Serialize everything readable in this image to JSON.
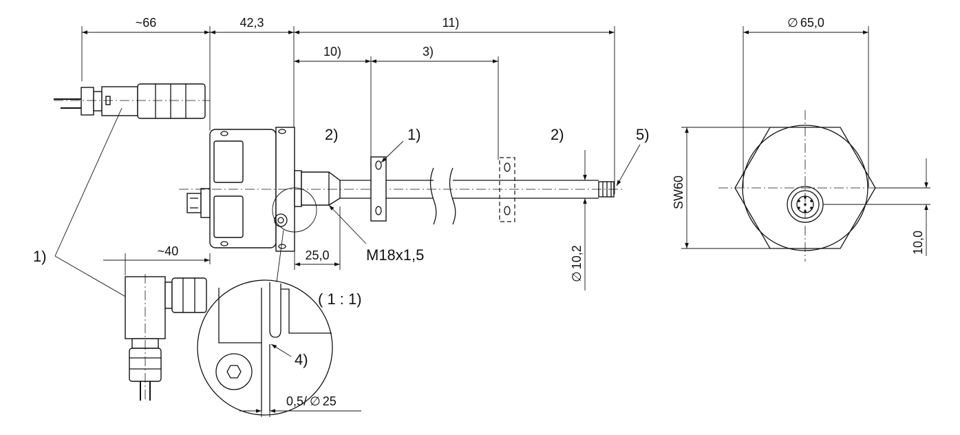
{
  "dimensions": {
    "connector_length": "~66",
    "head_length": "42,3",
    "rod_length": "11)",
    "rod_dead_zone": "10)",
    "magnet_travel": "3)",
    "angled_connector_length": "~40",
    "thread_length": "25,0",
    "thread": "M18x1,5",
    "rod_diameter": "10,2",
    "diameter_symbol": "∅",
    "flange_diameter": "65,0",
    "hex_size": "SW60",
    "connector_offset": "10,0",
    "groove": "0,5/",
    "groove_diameter": "25",
    "detail_scale": "( 1 : 1)"
  },
  "notes": {
    "note1_connector": "1)",
    "note1_magnet": "1)",
    "note2_left": "2)",
    "note2_right": "2)",
    "note4": "4)",
    "note5": "5)"
  }
}
